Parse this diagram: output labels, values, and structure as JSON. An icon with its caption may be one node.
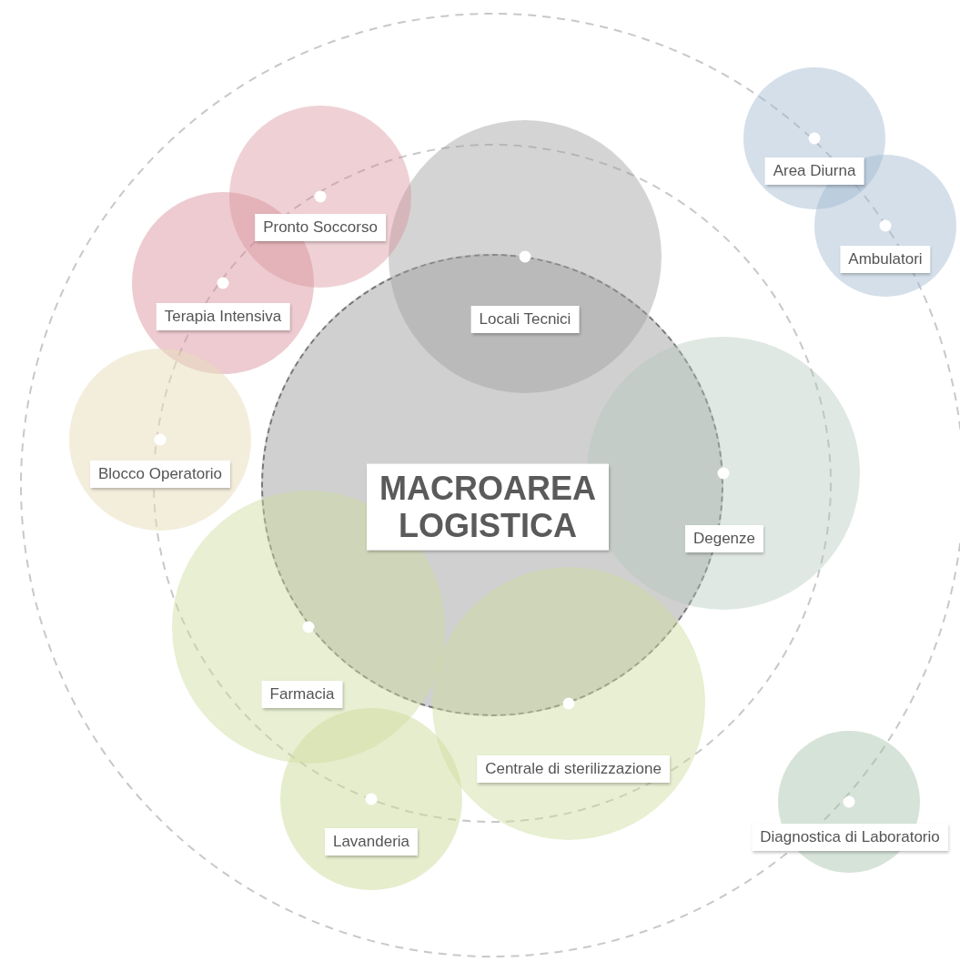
{
  "diagram": {
    "nodes": [
      {
        "text": [
          "MACROAREA LOGISTICA"
        ]
      },
      {
        "text": [
          "Locali Tecnici"
        ]
      },
      {
        "text": [
          "Pronto Soccorso"
        ]
      },
      {
        "text": [
          "Terapia Intensiva"
        ]
      },
      {
        "text": [
          "Blocco Operatorio"
        ]
      },
      {
        "text": [
          "Degenze"
        ]
      },
      {
        "text": [
          "Farmacia"
        ]
      },
      {
        "text": [
          "Centrale di sterilizzazione"
        ]
      },
      {
        "text": [
          "Lavanderia"
        ]
      },
      {
        "text": [
          "Area Diurna"
        ]
      },
      {
        "text": [
          "Ambulatori"
        ]
      },
      {
        "text": [
          "Diagnostica di Laboratorio"
        ]
      }
    ],
    "edges": []
  }
}
